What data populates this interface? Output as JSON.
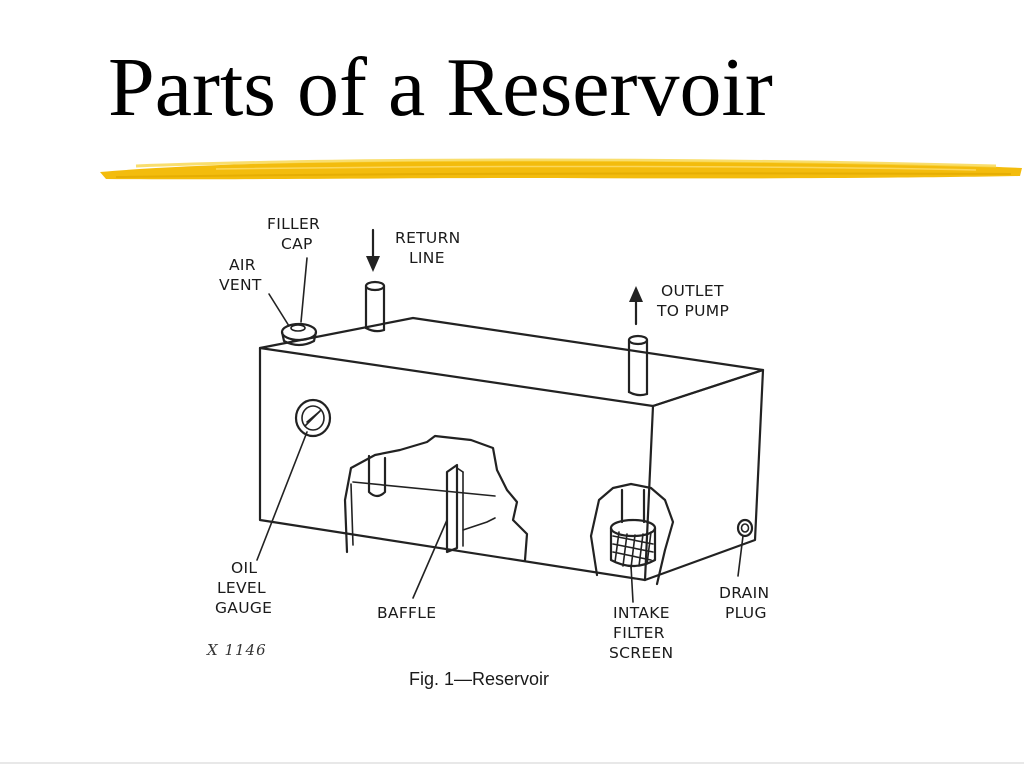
{
  "slide": {
    "title": "Parts of a Reservoir"
  },
  "colors": {
    "accent_brush": "#f2b800",
    "accent_brush_light": "#f8d64a",
    "ink": "#222222"
  },
  "diagram": {
    "labels": {
      "filler_cap": [
        "FILLER",
        "CAP"
      ],
      "air_vent": [
        "AIR",
        "VENT"
      ],
      "return_line": [
        "RETURN",
        "LINE"
      ],
      "outlet_to_pump": [
        "OUTLET",
        "TO PUMP"
      ],
      "oil_level_gauge": [
        "OIL",
        "LEVEL",
        "GAUGE"
      ],
      "baffle": "BAFFLE",
      "intake_filter_screen": [
        "INTAKE",
        "FILTER",
        "SCREEN"
      ],
      "drain_plug": [
        "DRAIN",
        "PLUG"
      ]
    },
    "code": "X 1146",
    "caption": "Fig. 1—Reservoir"
  }
}
